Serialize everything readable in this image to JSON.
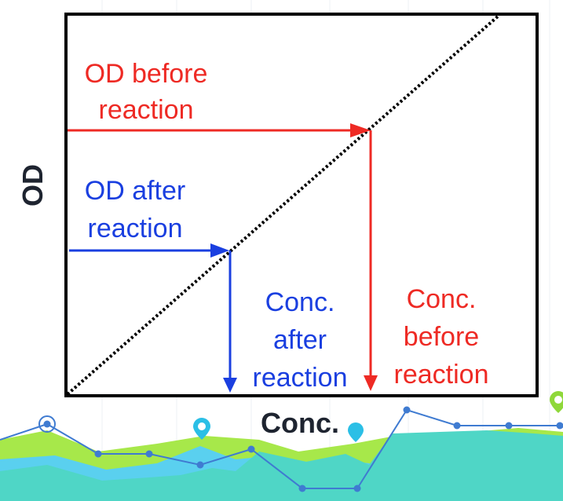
{
  "axes": {
    "y_label": "OD",
    "x_label": "Conc."
  },
  "annotations": {
    "od_before": {
      "line1": "OD before",
      "line2": "reaction"
    },
    "od_after": {
      "line1": "OD after",
      "line2": "reaction"
    },
    "conc_after": {
      "line1": "Conc.",
      "line2": "after",
      "line3": "reaction"
    },
    "conc_before": {
      "line1": "Conc.",
      "line2": "before",
      "line3": "reaction"
    }
  },
  "colors": {
    "before": "#ee2a24",
    "after": "#1a3fe0",
    "frame": "#000000",
    "text_dark": "#1e2430",
    "bg_green": "#a7e84a",
    "bg_teal": "#4fd6c6",
    "bg_blue": "#5ad0ef",
    "bg_line": "#3f7bd1"
  }
}
